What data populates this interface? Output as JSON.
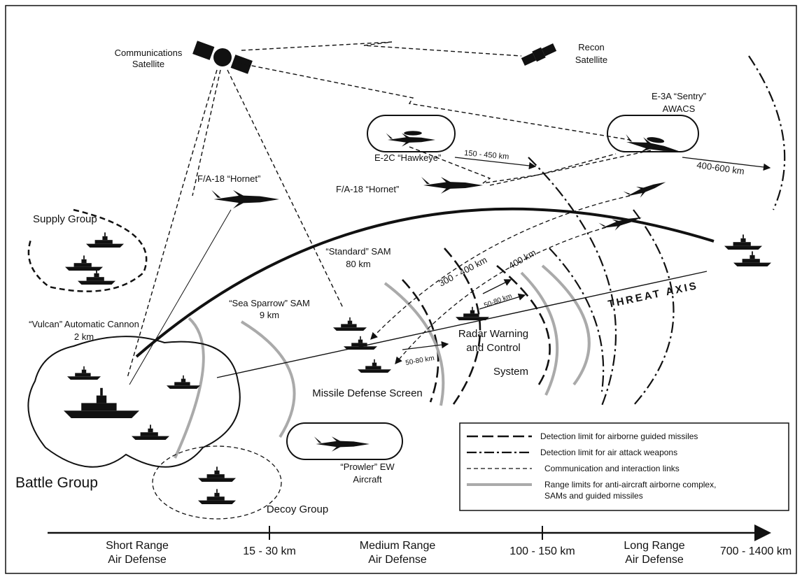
{
  "labels": {
    "comm_sat_1": "Communications",
    "comm_sat_2": "Satellite",
    "recon_1": "Recon",
    "recon_2": "Satellite",
    "e3a_1": "E-3A “Sentry”",
    "e3a_2": "AWACS",
    "e2c": "E-2C “Hawkeye”",
    "range_150_450": "150 - 450 km",
    "range_400_600": "400-600 km",
    "hornet_left": "F/A-18 “Hornet”",
    "hornet_mid": "F/A-18 “Hornet”",
    "supply_group": "Supply Group",
    "standard_sam_1": "“Standard” SAM",
    "standard_sam_2": "80 km",
    "seasparrow_1": "“Sea Sparrow” SAM",
    "seasparrow_2": "9 km",
    "vulcan_1": "“Vulcan” Automatic Cannon",
    "vulcan_2": "2 km",
    "r_300_400": "300 - 400 km",
    "r_400": "400 km",
    "r_50_80_a": "50-80 km",
    "r_50_80_b": "50-80 km",
    "threat_axis": "THREAT AXIS",
    "radar_1": "Radar Warning",
    "radar_2": "and Control",
    "radar_3": "System",
    "missile_screen": "Missile Defense Screen",
    "prowler_1": "“Prowler” EW",
    "prowler_2": "Aircraft",
    "battle_group": "Battle Group",
    "decoy_group": "Decoy Group"
  },
  "legend": [
    "Detection limit for airborne guided missiles",
    "Detection limit for air attack weapons",
    "Communication and interaction links",
    "Range limits for anti-aircraft airborne complex,",
    "SAMs and guided missiles"
  ],
  "axis": {
    "srad_1": "Short Range",
    "srad_2": "Air Defense",
    "tick_15_30": "15 - 30 km",
    "mrad_1": "Medium Range",
    "mrad_2": "Air Defense",
    "tick_100_150": "100 - 150 km",
    "lrad_1": "Long Range",
    "lrad_2": "Air Defense",
    "tick_700_1400": "700 - 1400 km"
  }
}
